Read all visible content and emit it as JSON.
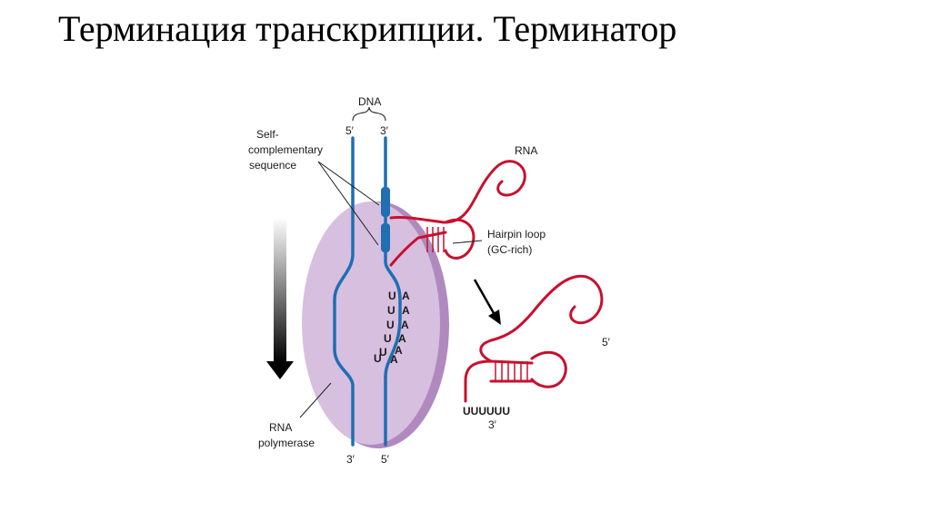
{
  "title": "Терминация транскрипции. Терминатор",
  "labels": {
    "dna": "DNA",
    "dna_left_top": "5′",
    "dna_right_top": "3′",
    "dna_left_bottom": "3′",
    "dna_right_bottom": "5′",
    "self_comp_1": "Self-",
    "self_comp_2": "complementary",
    "self_comp_3": "sequence",
    "rna": "RNA",
    "hairpin_1": "Hairpin loop",
    "hairpin_2": "(GC-rich)",
    "rnap_1": "RNA",
    "rnap_2": "polymerase",
    "released_5prime": "5′",
    "released_3prime": "3′",
    "released_tail": "UUUUUU"
  },
  "u_bases": [
    "U",
    "U",
    "U",
    "U",
    "U",
    "U"
  ],
  "a_bases": [
    "A",
    "A",
    "A",
    "A",
    "A",
    "A"
  ],
  "colors": {
    "dna": "#1f6fb2",
    "rna": "#c8102e",
    "polymerase_fill": "#d7bfe0",
    "polymerase_edge": "#b08abf"
  }
}
